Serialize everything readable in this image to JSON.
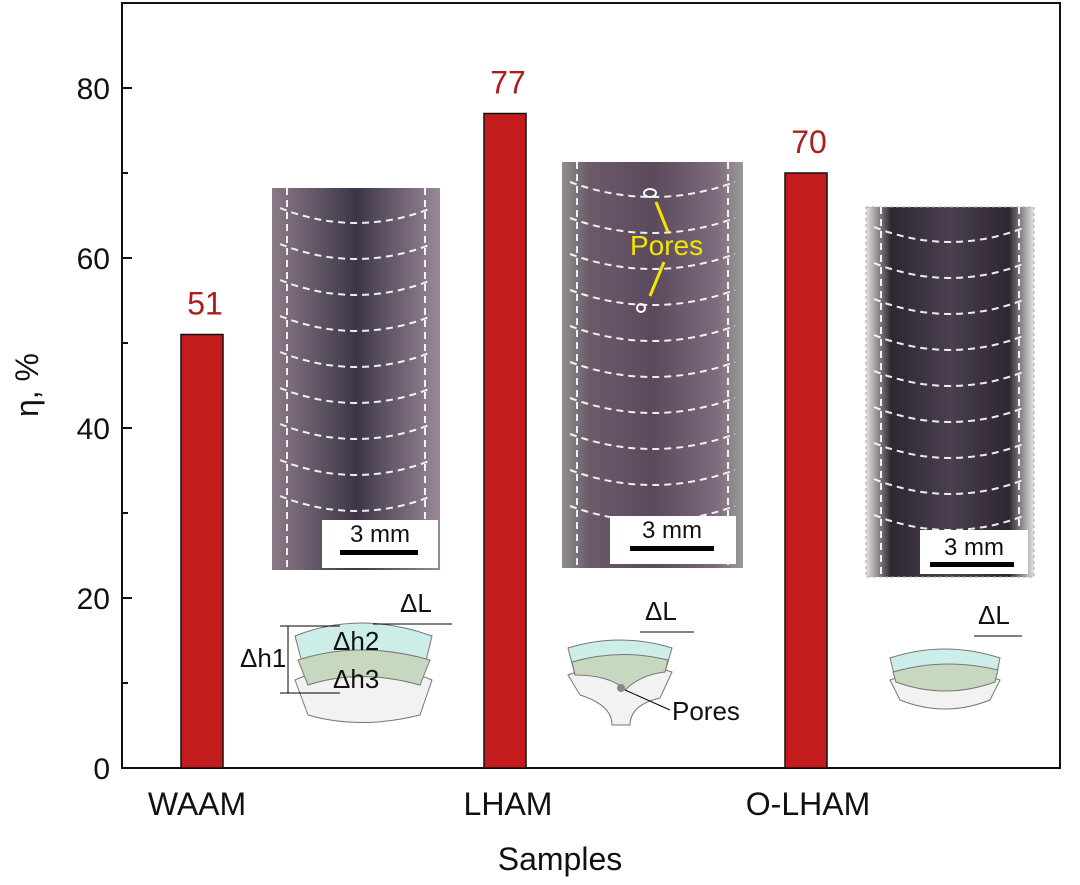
{
  "chart_data": {
    "type": "bar",
    "title": "",
    "xlabel": "Samples",
    "ylabel": "η, %",
    "ylim": [
      0,
      90
    ],
    "yticks": [
      0,
      20,
      40,
      60,
      80
    ],
    "categories": [
      "WAAM",
      "LHAM",
      "O-LHAM"
    ],
    "values": [
      51,
      77,
      70
    ],
    "bar_color": "#c41c1c",
    "value_label_color": "#b01c1c",
    "annotations": {
      "scale_bar": "3 mm",
      "pores_photo": "Pores",
      "pores_schematic": "Pores",
      "dh1": "Δh1",
      "dh2": "Δh2",
      "dh3": "Δh3",
      "dL": "ΔL"
    }
  }
}
